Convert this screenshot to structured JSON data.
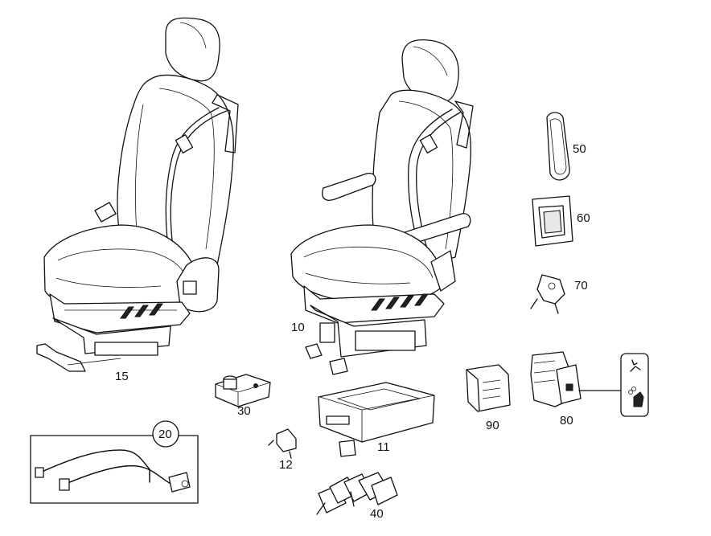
{
  "parts": {
    "p10": "10",
    "p11": "11",
    "p12": "12",
    "p15": "15",
    "p20": "20",
    "p30": "30",
    "p40": "40",
    "p50": "50",
    "p60": "60",
    "p70": "70",
    "p80": "80",
    "p90": "90"
  }
}
